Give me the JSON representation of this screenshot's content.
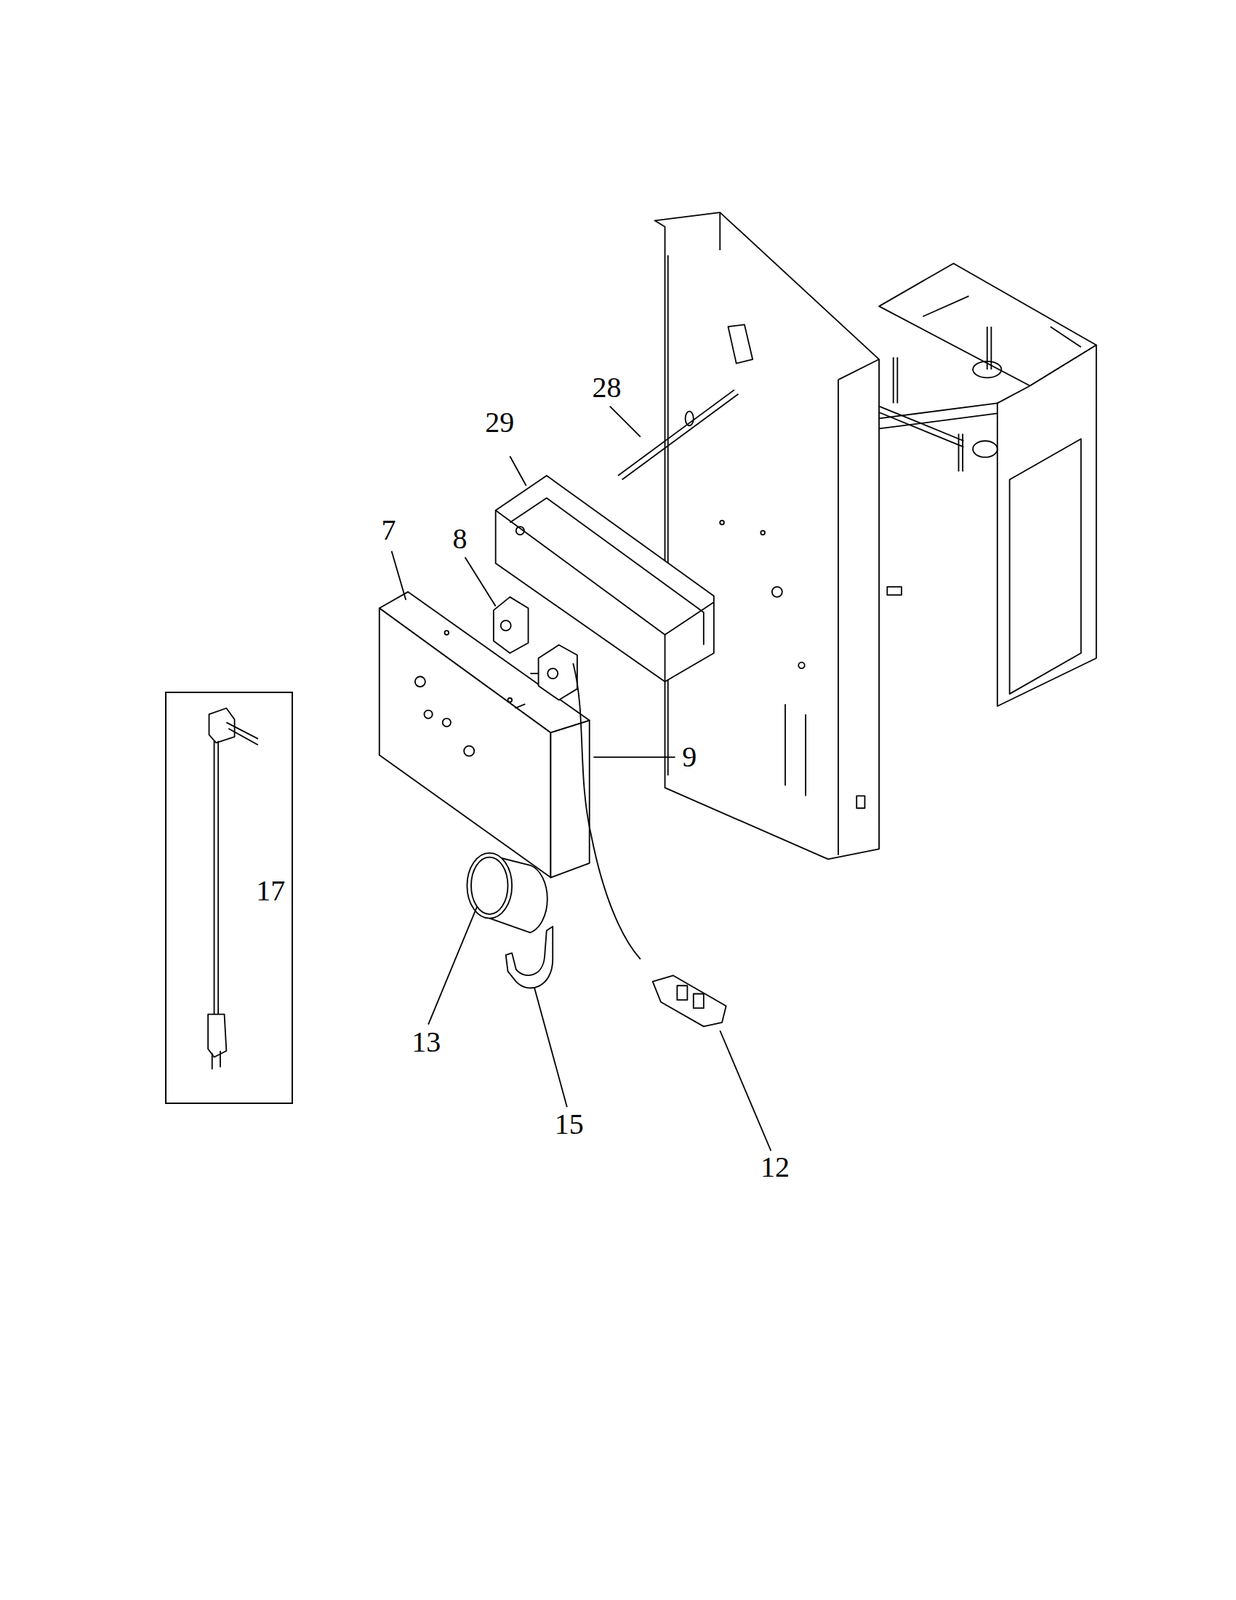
{
  "diagram": {
    "nodes": [
      {
        "text": [
          "17"
        ]
      }
    ],
    "labels": [
      "28",
      "29",
      "7",
      "8",
      "9",
      "13",
      "15",
      "12"
    ]
  }
}
